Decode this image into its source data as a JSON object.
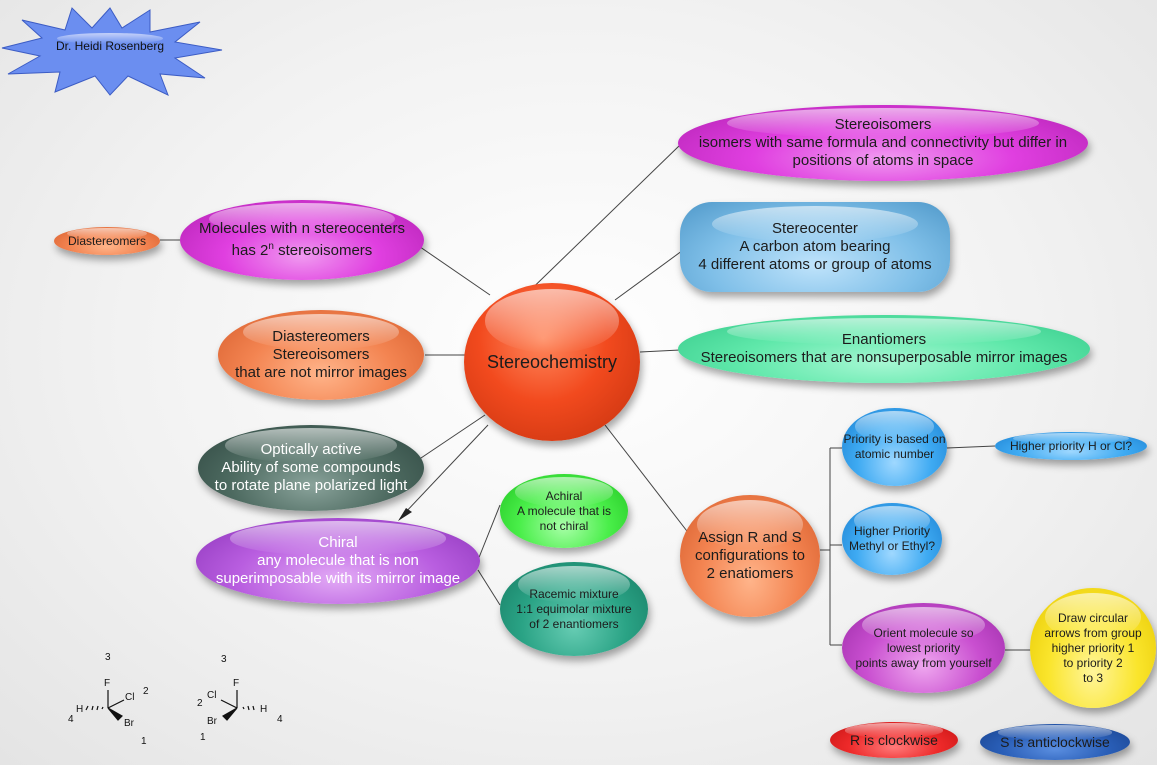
{
  "author_badge": "Dr. Heidi Rosenberg",
  "center": "Stereochemistry",
  "nodes": {
    "stereoisomers": [
      "Stereoisomers",
      "isomers with same formula and connectivity but differ in",
      "positions of atoms in space"
    ],
    "stereocenter": [
      "Stereocenter",
      "A carbon atom bearing",
      "4 different atoms or group of atoms"
    ],
    "enantiomers": [
      "Enantiomers",
      "Stereoisomers that are nonsuperposable mirror images"
    ],
    "molecules_n": [
      "Molecules with  n stereocenters",
      "has 2",
      "n",
      " stereoisomers"
    ],
    "diastereomers_small": "Diastereomers",
    "diastereomers": [
      "Diastereomers",
      "Stereoisomers",
      "that are not mirror images"
    ],
    "optically_active": [
      "Optically active",
      "Ability of some compounds",
      "to rotate plane polarized light"
    ],
    "chiral": [
      "Chiral",
      "any molecule that is non",
      "superimposable with its mirror image"
    ],
    "achiral": [
      "Achiral",
      "A molecule that is",
      "not chiral"
    ],
    "racemic": [
      "Racemic mixture",
      "1:1 equimolar mixture",
      "of 2 enantiomers"
    ],
    "assign": [
      "Assign R and S",
      "configurations to",
      "2 enatiomers"
    ],
    "priority": [
      "Priority is based on",
      "atomic number"
    ],
    "higher_priority_h_cl": "Higher priority H or Cl?",
    "methyl_ethyl": [
      "Higher Priority",
      "Methyl or Ethyl?"
    ],
    "orient": [
      "Orient molecule so",
      "lowest priority",
      "points away from yourself"
    ],
    "draw_circular": [
      "Draw circular",
      "arrows from group",
      "higher priority 1",
      "to priority 2",
      "to 3"
    ],
    "r_clockwise": "R is clockwise",
    "s_anticlockwise": "S is anticlockwise"
  },
  "molecule_left": {
    "top_num": "3",
    "F": "F",
    "Cl": "Cl",
    "num2": "2",
    "num4": "4",
    "H": "H",
    "Br": "Br",
    "num1": "1"
  },
  "molecule_right": {
    "top_num": "3",
    "F": "F",
    "Cl": "Cl",
    "num2": "2",
    "H": "H",
    "num4": "4",
    "Br": "Br",
    "num1": "1"
  }
}
